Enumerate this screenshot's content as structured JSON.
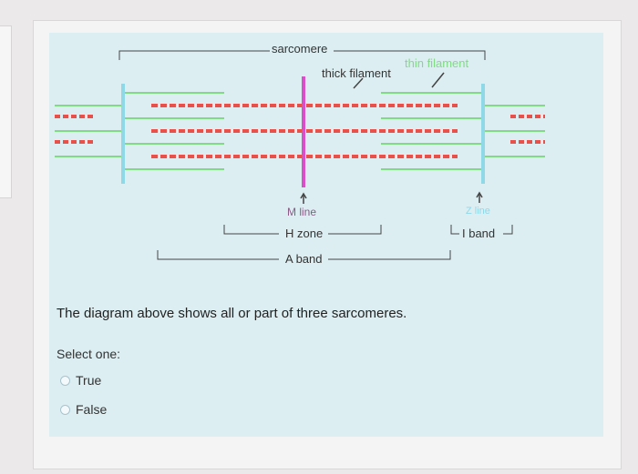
{
  "diagram": {
    "labels": {
      "sarcomere": "sarcomere",
      "thick_filament": "thick filament",
      "thin_filament": "thin filament",
      "m_line": "M line",
      "z_line": "Z line",
      "h_zone": "H zone",
      "i_band": "I band",
      "a_band": "A band"
    },
    "colors": {
      "thick_filament": "#e8504a",
      "thin_filament": "#7fdc82",
      "m_line": "#d94fc9",
      "z_line": "#8fd8e8"
    }
  },
  "question": {
    "text": "The diagram above shows all or part of three sarcomeres.",
    "prompt": "Select one:",
    "options": [
      {
        "label": "True"
      },
      {
        "label": "False"
      }
    ]
  }
}
